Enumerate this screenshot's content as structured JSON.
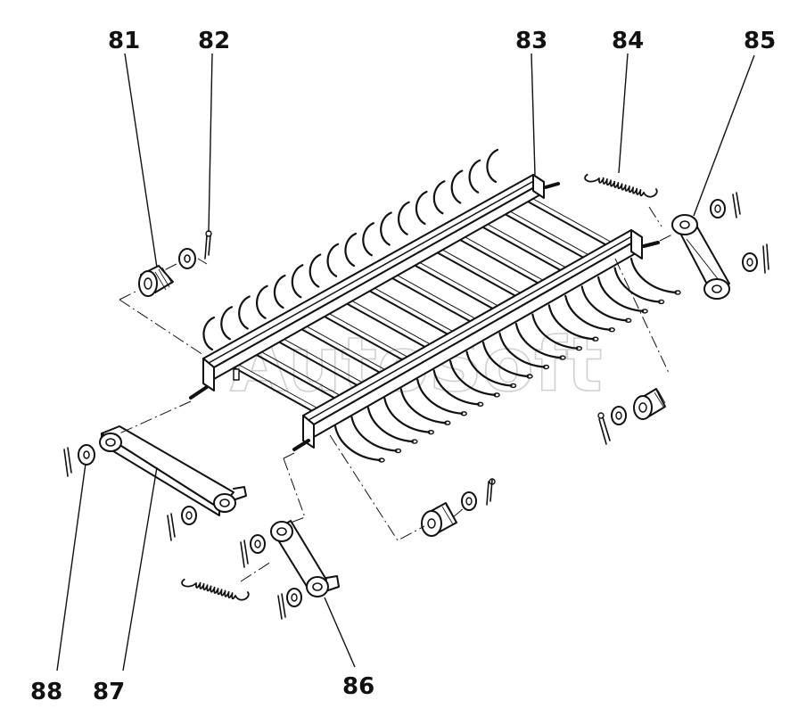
{
  "callouts": {
    "c81": "81",
    "c82": "82",
    "c83": "83",
    "c84": "84",
    "c85": "85",
    "c86": "86",
    "c87": "87",
    "c88": "88"
  },
  "watermark": "AutoSoft",
  "colors": {
    "ink": "#111111",
    "paper": "#ffffff",
    "watermark": "#c8c8c8"
  }
}
